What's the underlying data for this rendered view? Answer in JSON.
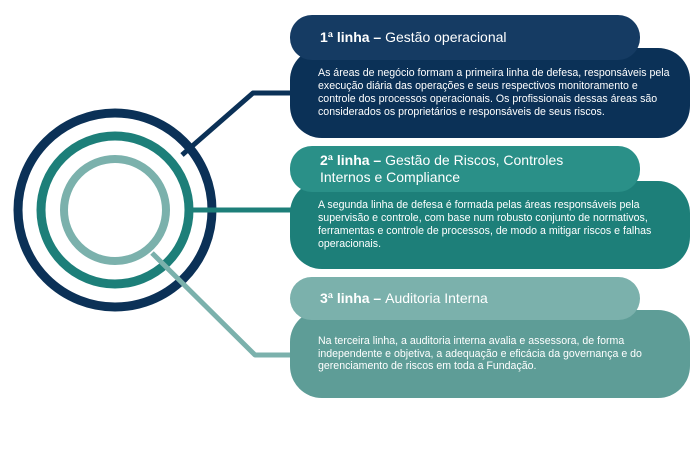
{
  "colors": {
    "navy": "#0b3157",
    "navy_header": "#153b63",
    "teal": "#1d7f79",
    "teal_header": "#2a9088",
    "light_teal": "#5e9d97",
    "light_teal_header": "#7bb1ac",
    "ring_outer": "#0b3157",
    "ring_middle": "#1d7f79",
    "ring_inner": "#7bb1ac"
  },
  "lines": [
    {
      "label": "1ª linha",
      "dash": " – ",
      "title": "Gestão operacional",
      "description": "As áreas de negócio formam a primeira linha de defesa, responsáveis pela execução diária das operações e seus respectivos monitoramento e controle dos processos operacionais. Os profissionais dessas áreas são considerados os proprietários e responsáveis de seus riscos."
    },
    {
      "label": "2ª linha",
      "dash": " – ",
      "title": "Gestão de Riscos, Controles Internos e Compliance",
      "description": "A segunda linha de defesa é formada pelas áreas responsáveis pela supervisão e controle, com base num robusto conjunto de normativos, ferramentas e controle de processos, de modo a mitigar riscos e falhas operacionais."
    },
    {
      "label": "3ª linha",
      "dash": " – ",
      "title": "Auditoria Interna",
      "description": "Na terceira linha, a auditoria interna avalia e assessora, de forma independente e objetiva, a adequação e eficácia da governança e do gerenciamento de riscos em toda a Fundação."
    }
  ]
}
